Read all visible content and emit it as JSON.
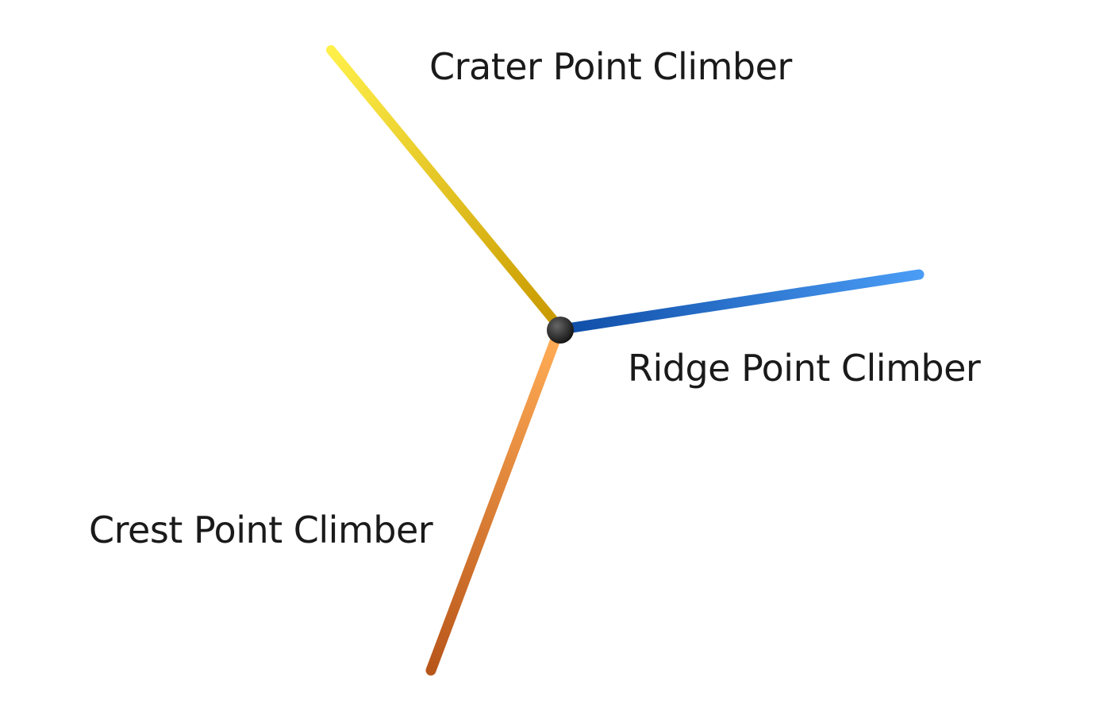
{
  "diagram": {
    "arms": [
      {
        "id": "crater",
        "label": "Crater Point Climber",
        "color": "#f5c400",
        "highlight": "#fff04a",
        "shade": "#c99a00"
      },
      {
        "id": "ridge",
        "label": "Ridge Point Climber",
        "color": "#1f6fd6",
        "highlight": "#4a9cf5",
        "shade": "#0f4ea8"
      },
      {
        "id": "crest",
        "label": "Crest Point Climber",
        "color": "#ee8a2e",
        "highlight": "#ffab55",
        "shade": "#b8561a"
      }
    ],
    "hub": {
      "color": "#111111",
      "highlight": "#666666"
    }
  }
}
